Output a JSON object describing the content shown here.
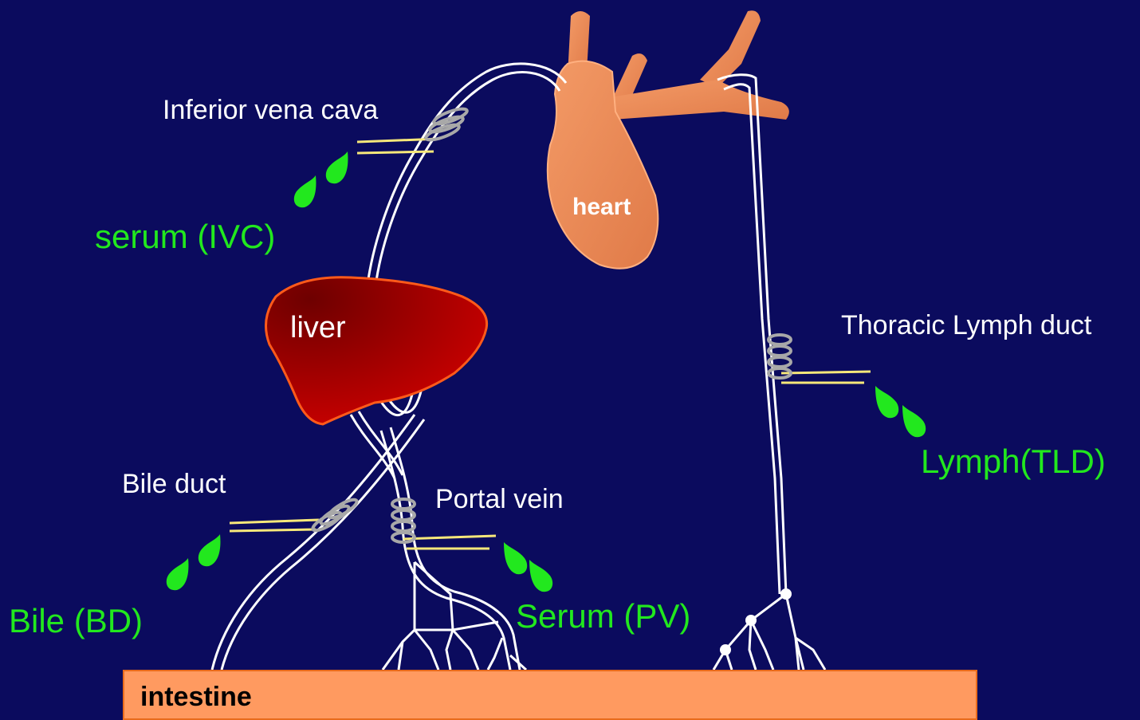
{
  "organs": {
    "heart": "heart",
    "liver": "liver",
    "intestine": "intestine"
  },
  "vessels": {
    "inferior_vena_cava": "Inferior vena cava",
    "thoracic_lymph_duct": "Thoracic Lymph duct",
    "bile_duct": "Bile duct",
    "portal_vein": "Portal vein"
  },
  "samples": {
    "ivc": "serum (IVC)",
    "tld": "Lymph(TLD)",
    "bd": "Bile (BD)",
    "pv": "Serum (PV)"
  },
  "colors": {
    "background": "#0b0b5e",
    "vessel": "#ffffff",
    "cannula": "#f7e87a",
    "clamp": "#a8a8a8",
    "droplet": "#22e81e",
    "heart": "#f08a58",
    "liver": "#b80000",
    "liver_outline": "#ff5a1a",
    "intestine": "#ff9a60"
  }
}
